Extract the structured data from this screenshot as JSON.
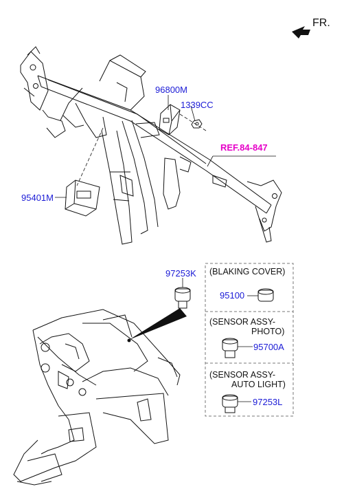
{
  "orientation": {
    "label": "FR."
  },
  "top_diagram": {
    "callouts": [
      {
        "id": "96800M",
        "text": "96800M"
      },
      {
        "id": "1339CC",
        "text": "1339CC"
      },
      {
        "id": "ref",
        "text": "REF.84-847"
      },
      {
        "id": "95401M",
        "text": "95401M"
      }
    ]
  },
  "bottom_diagram": {
    "callout": {
      "text": "97253K"
    },
    "options": [
      {
        "heading": [
          "(BLAKING COVER)"
        ],
        "part": "95100"
      },
      {
        "heading": [
          "(SENSOR ASSY-",
          "PHOTO)"
        ],
        "part": "95700A"
      },
      {
        "heading": [
          "(SENSOR ASSY-",
          "AUTO LIGHT)"
        ],
        "part": "97253L"
      }
    ]
  },
  "colors": {
    "part_number": "#1a1ad6",
    "reference": "#e600c8",
    "line": "#111111"
  }
}
